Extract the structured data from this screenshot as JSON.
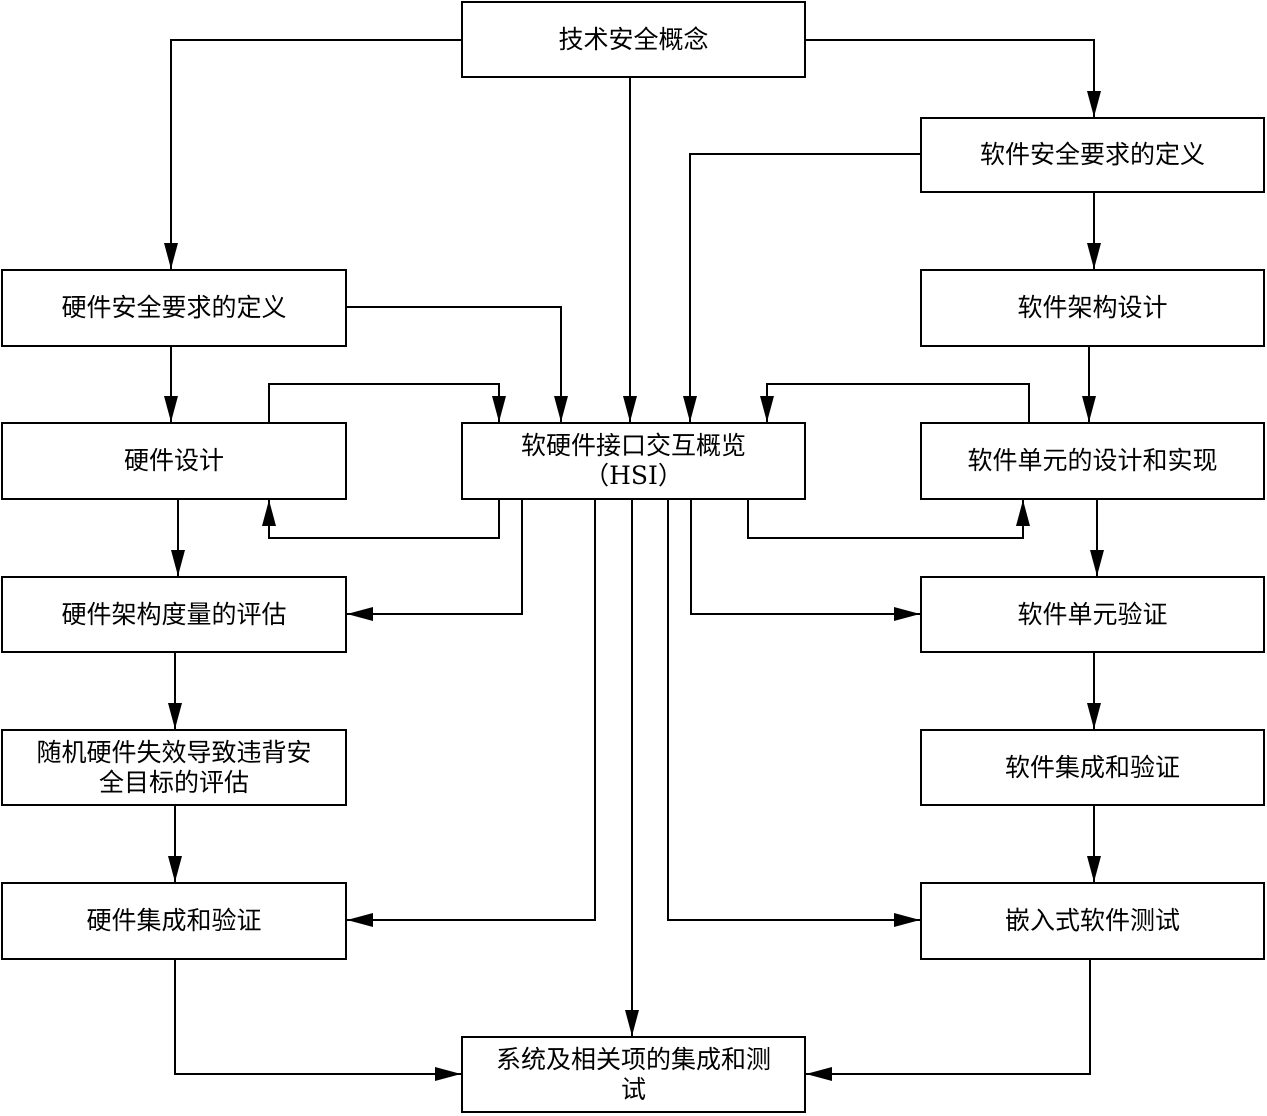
{
  "diagram": {
    "nodes": {
      "tsc": "技术安全概念",
      "sw_req": "软件安全要求的定义",
      "hw_req": "硬件安全要求的定义",
      "sw_arch": "软件架构设计",
      "hw_design": "硬件设计",
      "hsi_line1": "软硬件接口交互概览",
      "hsi_line2": "（HSI）",
      "sw_unit_impl": "软件单元的设计和实现",
      "hw_metrics": "硬件架构度量的评估",
      "sw_unit_verif": "软件单元验证",
      "random_hw_line1": "随机硬件失效导致违背安",
      "random_hw_line2": "全目标的评估",
      "sw_integ": "软件集成和验证",
      "hw_integ": "硬件集成和验证",
      "embedded_test": "嵌入式软件测试",
      "sys_integ_line1": "系统及相关项的集成和测",
      "sys_integ_line2": "试"
    }
  }
}
